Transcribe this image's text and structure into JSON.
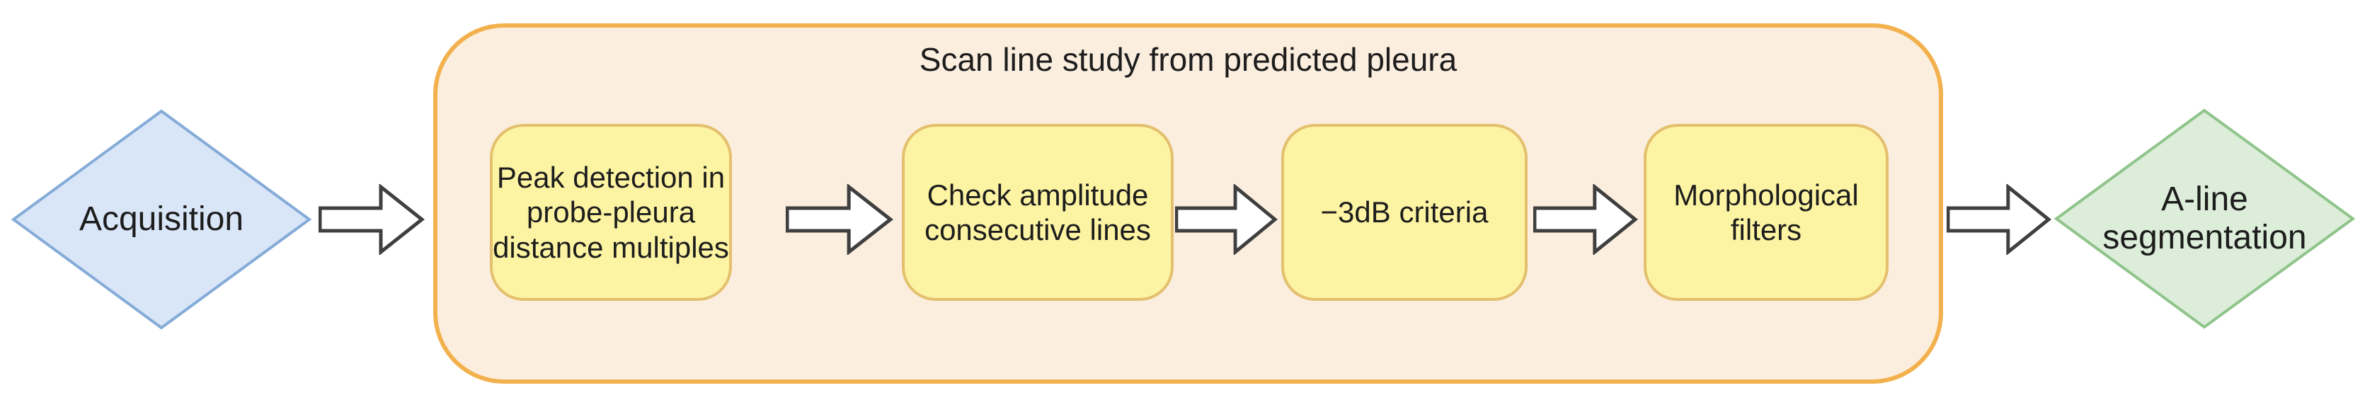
{
  "flow": {
    "start": {
      "label": "Acquisition"
    },
    "container": {
      "title": "Scan line study from predicted pleura"
    },
    "steps": [
      {
        "label": "Peak detection in\nprobe-pleura\ndistance multiples"
      },
      {
        "label": "Check amplitude\nconsecutive lines"
      },
      {
        "label": "−3dB criteria"
      },
      {
        "label": "Morphological\nfilters"
      }
    ],
    "end": {
      "label": "A-line\nsegmentation"
    }
  },
  "colors": {
    "container-fill": "#fceede",
    "container-border": "#f2b14d",
    "box-fill": "#fdf4a3",
    "box-border": "#e3c06e",
    "start-fill": "#d9e6f7",
    "start-border": "#85abd8",
    "end-fill": "#dcedd9",
    "end-border": "#8fc48b",
    "arrow-fill": "#ffffff",
    "arrow-stroke": "#3f3f3f",
    "text": "#1d1d1d"
  }
}
